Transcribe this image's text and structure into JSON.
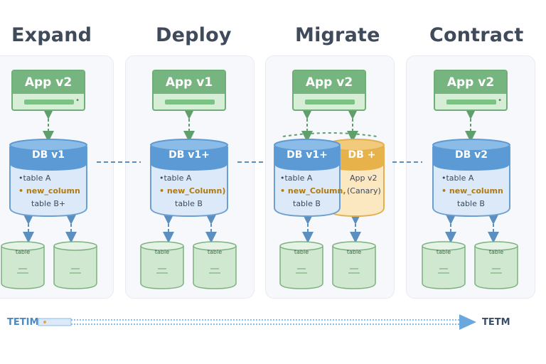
{
  "stages": [
    {
      "title": "Expand",
      "app_label": "App v2",
      "db_label": "DB v1",
      "db_rows": [
        "•table A",
        "• new_column",
        "table B+"
      ],
      "stores": [
        "table",
        ""
      ]
    },
    {
      "title": "Deploy",
      "app_label": "App v1",
      "db_label": "DB v1+",
      "db_rows": [
        "•table A",
        "• new_Column)",
        "table B"
      ],
      "stores": [
        "table",
        "table"
      ]
    },
    {
      "title": "Migrate",
      "app_label": "App v2",
      "db_label": "DB v1+",
      "db_rows": [
        "•table A",
        "• new_Column,",
        "table B"
      ],
      "canary_label": "DB +",
      "canary_rows": [
        "App v2",
        "(Canary)"
      ],
      "stores": [
        "table",
        "table"
      ]
    },
    {
      "title": "Contract",
      "app_label": "App v2",
      "db_label": "DB v2",
      "db_rows": [
        "•table A",
        "• new_column",
        "table B"
      ],
      "stores": [
        "table",
        "table"
      ]
    }
  ],
  "timeline": {
    "start_label": "TETIM",
    "end_label": "TETM"
  },
  "colors": {
    "db_blue": "#5b9ad4",
    "db_body": "#dbe9f8",
    "app_green": "#76b57f",
    "canary_orange": "#e8b24a",
    "store_green": "#cfe8cf"
  },
  "icons": [
    "app-icon",
    "database-icon",
    "storage-icon",
    "arrow-right-icon"
  ]
}
